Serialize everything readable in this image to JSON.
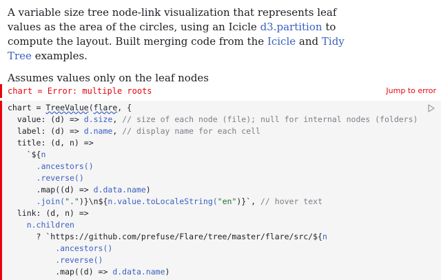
{
  "prose": {
    "p1_a": "A variable size tree node-link visualization that represents leaf values as the area of the circles, using an Icicle ",
    "p1_link1": "d3.partition",
    "p1_b": " to compute the layout. Built merging code from the ",
    "p1_link2": "Icicle",
    "p1_c": " and ",
    "p1_link3": "Tidy Tree",
    "p1_d": " examples.",
    "p2": "Assumes values only on the leaf nodes"
  },
  "error_cell": {
    "text": "chart = Error: multiple roots",
    "jump_label": "Jump to error"
  },
  "code": {
    "l1_a": "chart = ",
    "l1_fn": "TreeValue",
    "l1_b": "(",
    "l1_arg": "flare",
    "l1_c": ", {",
    "l2_a": "  value: (d) => ",
    "l2_b": "d.size",
    "l2_c": ", ",
    "l2_com": "// size of each node (file); null for internal nodes (folders)",
    "l3_a": "  label: (d) => ",
    "l3_b": "d.name",
    "l3_c": ", ",
    "l3_com": "// display name for each cell",
    "l4": "  title: (d, n) =>",
    "l5_a": "    `${",
    "l5_b": "n",
    "l6": "      .ancestors()",
    "l7": "      .reverse()",
    "l8_a": "      .map((d) => ",
    "l8_b": "d.data.name",
    "l8_c": ")",
    "l9_a": "      .join(",
    "l9_str": "\".\"",
    "l9_b": ")}\\n${",
    "l9_c": "n.value.toLocaleString(",
    "l9_str2": "\"en\"",
    "l9_d": ")}`, ",
    "l9_com": "// hover text",
    "l10": "  link: (d, n) =>",
    "l11": "    n.children",
    "l12_a": "      ? `https://github.com/prefuse/Flare/tree/master/flare/src/${",
    "l12_b": "n",
    "l13": "          .ancestors()",
    "l14": "          .reverse()",
    "l15_a": "          .map((d) => ",
    "l15_b": "d.data.name",
    "l15_c": ")"
  }
}
